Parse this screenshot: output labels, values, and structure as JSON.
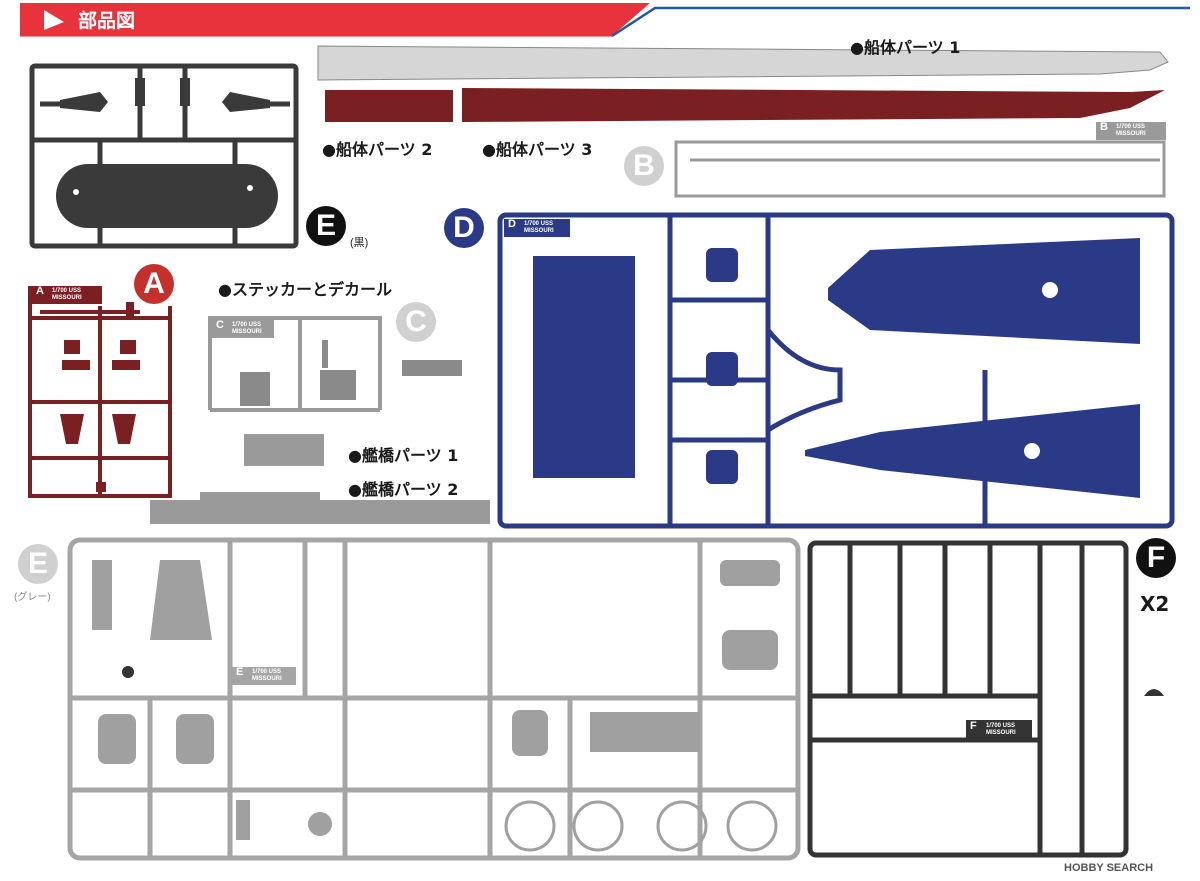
{
  "header": {
    "title": "部品図"
  },
  "labels": {
    "hull1": "●船体パーツ 1",
    "hull2": "●船体パーツ 2",
    "hull3": "●船体パーツ 3",
    "sticker": "●ステッカーとデカール",
    "bridge1": "●艦橋パーツ 1",
    "bridge2": "●艦橋パーツ 2"
  },
  "sprues": {
    "E_black": {
      "letter": "E",
      "note": "(黒)"
    },
    "A": {
      "letter": "A",
      "tag_letter": "A",
      "tag": "1/700 USS\nMISSOURI"
    },
    "B": {
      "letter": "B",
      "tag_letter": "B",
      "tag": "1/700 USS\nMISSOURI"
    },
    "C": {
      "letter": "C",
      "tag_letter": "C",
      "tag": "1/700 USS\nMISSOURI"
    },
    "D": {
      "letter": "D",
      "tag_letter": "D",
      "tag": "1/700 USS\nMISSOURI"
    },
    "E_grey": {
      "letter": "E",
      "note": "(グレー)",
      "tag_letter": "E",
      "tag": "1/700 USS\nMISSOURI"
    },
    "F": {
      "letter": "F",
      "note": "X2",
      "tag_letter": "F",
      "tag": "1/700 USS\nMISSOURI"
    }
  },
  "watermark": "HOBBY SEARCH",
  "colors": {
    "accent_red": "#e8323c",
    "accent_blue": "#1f5aa8",
    "sprue_black": "#3a3a3a",
    "sprue_red": "#7a1f22",
    "sprue_grey": "#9a9a9a",
    "sprue_navy": "#2b3a86",
    "hull_grey": "#cfcfcf"
  }
}
